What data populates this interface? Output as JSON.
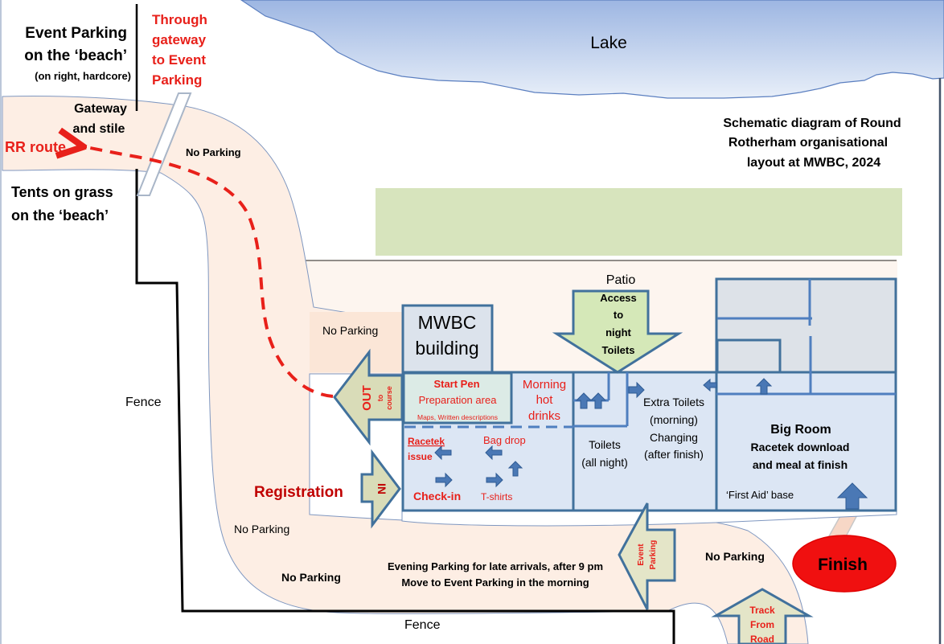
{
  "title": {
    "lines": [
      "Schematic diagram of Round",
      "Rotherham organisational",
      "layout at MWBC, 2024"
    ]
  },
  "lake": {
    "label": "Lake"
  },
  "event_parking_beach": {
    "lines": [
      "Event Parking",
      "on the ‘beach’"
    ],
    "note": "(on right, hardcore)"
  },
  "through_gateway": {
    "lines": [
      "Through",
      "gateway",
      "to Event",
      "Parking"
    ]
  },
  "gateway_stile": {
    "lines": [
      "Gateway",
      "and stile"
    ]
  },
  "rr_route": {
    "label": "RR route"
  },
  "tents": {
    "lines": [
      "Tents on grass",
      "on the ‘beach’"
    ]
  },
  "no_parking": {
    "top_road": "No Parking",
    "near_building": "No Parking",
    "left_lower": "No Parking",
    "bottom": "No Parking",
    "right_bottom": "No Parking"
  },
  "fence": {
    "left": "Fence",
    "bottom": "Fence"
  },
  "patio": {
    "label": "Patio"
  },
  "mwbc_building": {
    "lines": [
      "MWBC",
      "building"
    ]
  },
  "access_night_toilets": {
    "lines": [
      "Access",
      "to",
      "night",
      "Toilets"
    ]
  },
  "out_arrow": {
    "main": "OUT",
    "sub_lines": [
      "to",
      "course"
    ]
  },
  "in_arrow": {
    "label": "IN"
  },
  "registration": {
    "label": "Registration"
  },
  "start_pen": {
    "title": "Start Pen",
    "subtitle": "Preparation area",
    "note": "Maps, Written descriptions"
  },
  "morning_drinks": {
    "lines": [
      "Morning",
      "hot",
      "drinks"
    ]
  },
  "registration_room": {
    "racetek_issue": [
      "Racetek",
      "issue"
    ],
    "bag_drop": "Bag drop",
    "check_in": "Check-in",
    "tshirts": "T-shirts"
  },
  "toilets": {
    "lines": [
      "Toilets",
      "(all night)"
    ]
  },
  "extra_toilets": {
    "lines": [
      "Extra Toilets",
      "(morning)",
      "Changing",
      "(after finish)"
    ]
  },
  "big_room": {
    "title": "Big Room",
    "lines": [
      "Racetek download",
      "and meal at finish"
    ],
    "first_aid": "‘First Aid’ base"
  },
  "evening_parking": {
    "lines": [
      "Evening Parking for late arrivals, after 9 pm",
      "Move to Event Parking in the morning"
    ]
  },
  "event_parking_arrow": {
    "lines": [
      "Event",
      "Parking"
    ]
  },
  "finish": {
    "label": "Finish"
  },
  "track_from_road": {
    "lines": [
      "Track",
      "From",
      "Road"
    ]
  },
  "colors": {
    "lake_top": "#9db6e2",
    "lake_bottom": "#e6eef9",
    "road": "#fdeee4",
    "patio": "#fdf5ef",
    "grass": "#d7e4bd",
    "room": "#dce6f4",
    "room_border": "#41719c",
    "arrow_fill": "#e4e5c8",
    "arrow_green": "#d5e8b8",
    "red": "#e8201a",
    "finish": "#f01010"
  }
}
